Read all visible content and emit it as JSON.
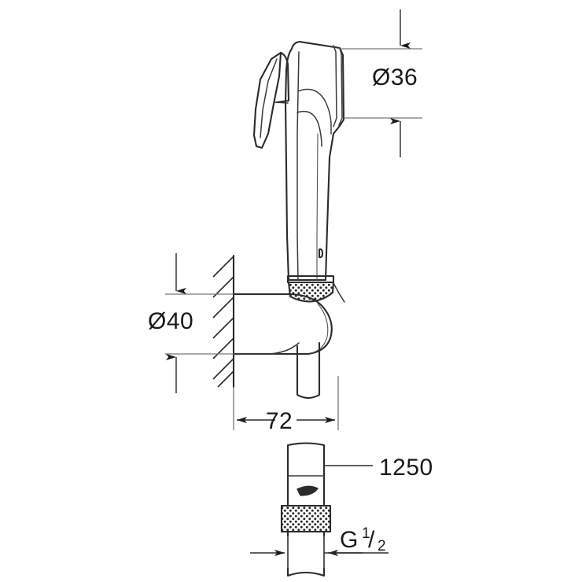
{
  "drawing": {
    "title": "Hand shower with wall bracket and hose - dimensioned technical drawing",
    "background_color": "#ffffff",
    "line_color": "#2b2b2b",
    "text_color": "#1a1a1a",
    "units": "mm",
    "projection": "side elevation"
  },
  "dimensions": {
    "spray_head_diameter": {
      "label": "Ø36",
      "value": 36,
      "symbol": "Ø",
      "orientation": "vertical",
      "target": "spray head body diameter"
    },
    "wall_bracket_diameter": {
      "label": "Ø40",
      "value": 40,
      "symbol": "Ø",
      "orientation": "vertical",
      "target": "wall bracket escutcheon diameter"
    },
    "projection_from_wall": {
      "label": "72",
      "value": 72,
      "orientation": "horizontal",
      "target": "bracket projection from wall face"
    },
    "hose_length": {
      "label": "1250",
      "value": 1250,
      "orientation": "leader",
      "target": "shower hose length"
    },
    "thread_size": {
      "label_main": "G",
      "label_numerator": "1",
      "label_separator": "/",
      "label_denominator": "2",
      "label_full": "G 1/2",
      "orientation": "horizontal",
      "target": "hose connector thread"
    }
  },
  "components": [
    {
      "name": "spray-head",
      "description": "Trigger hand shower head with lever"
    },
    {
      "name": "trigger-lever",
      "description": "Side trigger lever of the spray head"
    },
    {
      "name": "spray-nozzle-face",
      "description": "Knurled spray outlet face"
    },
    {
      "name": "wall-bracket",
      "description": "Wall mounted holder bracket"
    },
    {
      "name": "wall-section",
      "description": "Hatched wall cross-section"
    },
    {
      "name": "hose-connector",
      "description": "Hose end with knurled union nut"
    }
  ]
}
